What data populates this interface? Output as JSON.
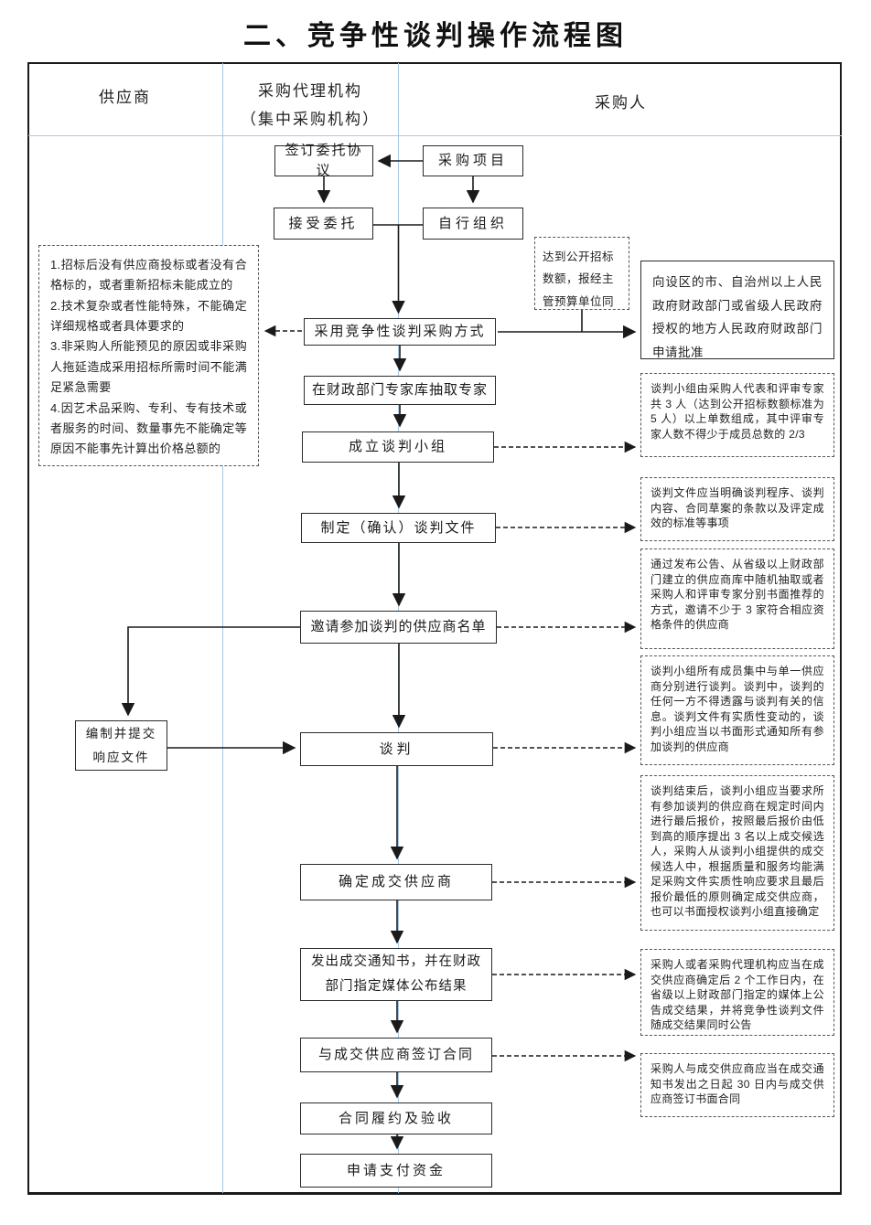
{
  "title": "二、竞争性谈判操作流程图",
  "lanes": {
    "supplier": "供应商",
    "agency_line1": "采购代理机构",
    "agency_line2": "（集中采购机构）",
    "purchaser": "采购人"
  },
  "nodes": {
    "sign_agreement": "签订委托协议",
    "procurement_project": "采购项目",
    "accept_entrust": "接受委托",
    "self_organize": "自行组织",
    "adopt_method": "采用竞争性谈判采购方式",
    "extract_experts": "在财政部门专家库抽取专家",
    "form_group": "成立谈判小组",
    "make_documents": "制定（确认）谈判文件",
    "invite_list": "邀请参加谈判的供应商名单",
    "prepare_response_line1": "编制并提交",
    "prepare_response_line2": "响应文件",
    "negotiate": "谈判",
    "determine_supplier": "确定成交供应商",
    "issue_notice": "发出成交通知书，并在财政部门指定媒体公布结果",
    "sign_contract": "与成交供应商签订合同",
    "contract_fulfillment": "合同履约及验收",
    "apply_payment": "申请支付资金"
  },
  "annotations": {
    "conditions": [
      "1.招标后没有供应商投标或者没有合格标的，或者重新招标未能成立的",
      "2.技术复杂或者性能特殊，不能确定详细规格或者具体要求的",
      "3.非采购人所能预见的原因或非采购人拖延造成采用招标所需时间不能满足紧急需要",
      "4.因艺术品采购、专利、专有技术或者服务的时间、数量事先不能确定等原因不能事先计算出价格总额的"
    ],
    "over_threshold": "达到公开招标数额，报经主管预算单位同",
    "apply_approval": "向设区的市、自治州以上人民政府财政部门或省级人民政府授权的地方人民政府财政部门申请批准",
    "group_composition": "谈判小组由采购人代表和评审专家共 3 人（达到公开招标数额标准为 5 人）以上单数组成，其中评审专家人数不得少于成员总数的 2/3",
    "doc_requirements": "谈判文件应当明确谈判程序、谈判内容、合同草案的条款以及评定成效的标准等事项",
    "invite_method": "通过发布公告、从省级以上财政部门建立的供应商库中随机抽取或者采购人和评审专家分别书面推荐的方式，邀请不少于 3 家符合相应资格条件的供应商",
    "negotiation_rules": "谈判小组所有成员集中与单一供应商分别进行谈判。谈判中，谈判的任何一方不得透露与谈判有关的信息。谈判文件有实质性变动的，谈判小组应当以书面形式通知所有参加谈判的供应商",
    "final_quote": "谈判结束后，谈判小组应当要求所有参加谈判的供应商在规定时间内进行最后报价，按照最后报价由低到高的顺序提出 3 名以上成交候选人，采购人从谈判小组提供的成交候选人中，根据质量和服务均能满足采购文件实质性响应要求且最后报价最低的原则确定成交供应商，也可以书面授权谈判小组直接确定",
    "announce_result": "采购人或者采购代理机构应当在成交供应商确定后 2 个工作日内，在省级以上财政部门指定的媒体上公告成交结果，并将竞争性谈判文件随成交结果同时公告",
    "sign_within_30": "采购人与成交供应商应当在成交通知书发出之日起 30 日内与成交供应商签订书面合同"
  },
  "colors": {
    "lane_line": "#a9c9e4",
    "flow_line": "#1a1a1a"
  }
}
